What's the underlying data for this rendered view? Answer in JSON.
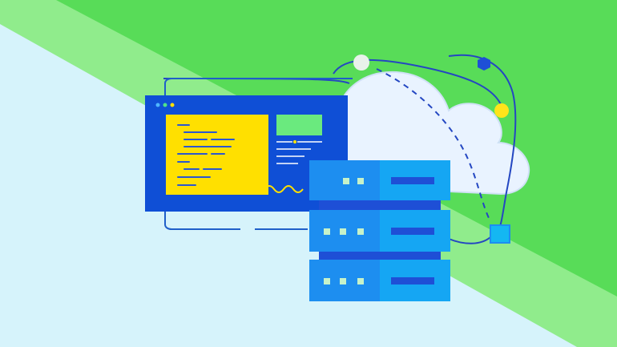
{
  "scene": {
    "kind": "illustration",
    "subjects": [
      "browser-window",
      "cloud",
      "server-rack",
      "orbit-nodes"
    ],
    "colors": {
      "background_light": "#d6f3fb",
      "background_band": "#90ec8c",
      "background_green": "#58dc58",
      "window": "#0f4fd6",
      "window_border": "#1f5fc9",
      "code_panel": "#ffe000",
      "code_lines": "#2b57d0",
      "thumb_panel": "#6aea7e",
      "cloud": "#e9f3ff",
      "cloud_outline": "#cfe1f5",
      "orbit": "#2447c2",
      "server_body": "#1d8ef0",
      "server_right": "#15a6f3",
      "server_slot": "#1e4fd6",
      "server_led": "#c6f2c9",
      "node_white": "#e8f2ea",
      "node_yellow": "#ffe41a",
      "node_blue_hex": "#1e4fd6",
      "node_cyan_square": "#14b7f2"
    },
    "server_units": 3,
    "leds_per_unit": 3
  }
}
